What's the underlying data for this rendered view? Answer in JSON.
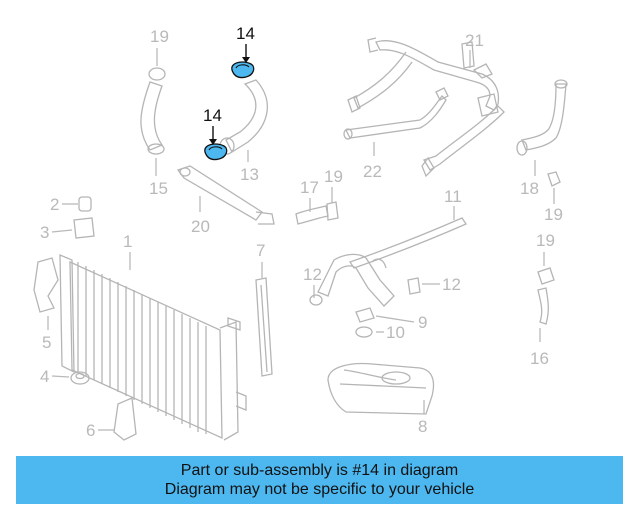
{
  "callouts": {
    "c19_top": "19",
    "c14_a": "14",
    "c14_b": "14",
    "c21": "21",
    "c15": "15",
    "c13": "13",
    "c22": "22",
    "c17": "17",
    "c19_mid": "19",
    "c11": "11",
    "c18": "18",
    "c19_right": "19",
    "c2": "2",
    "c3": "3",
    "c1": "1",
    "c20": "20",
    "c7": "7",
    "c12_left": "12",
    "c12_right": "12",
    "c19_low": "19",
    "c9": "9",
    "c10": "10",
    "c5": "5",
    "c4": "4",
    "c16": "16",
    "c6": "6",
    "c8": "8"
  },
  "highlight_color": "#4db8f0",
  "banner": {
    "line1": "Part or sub-assembly is #14 in diagram",
    "line2": "Diagram may not be specific to your vehicle"
  }
}
